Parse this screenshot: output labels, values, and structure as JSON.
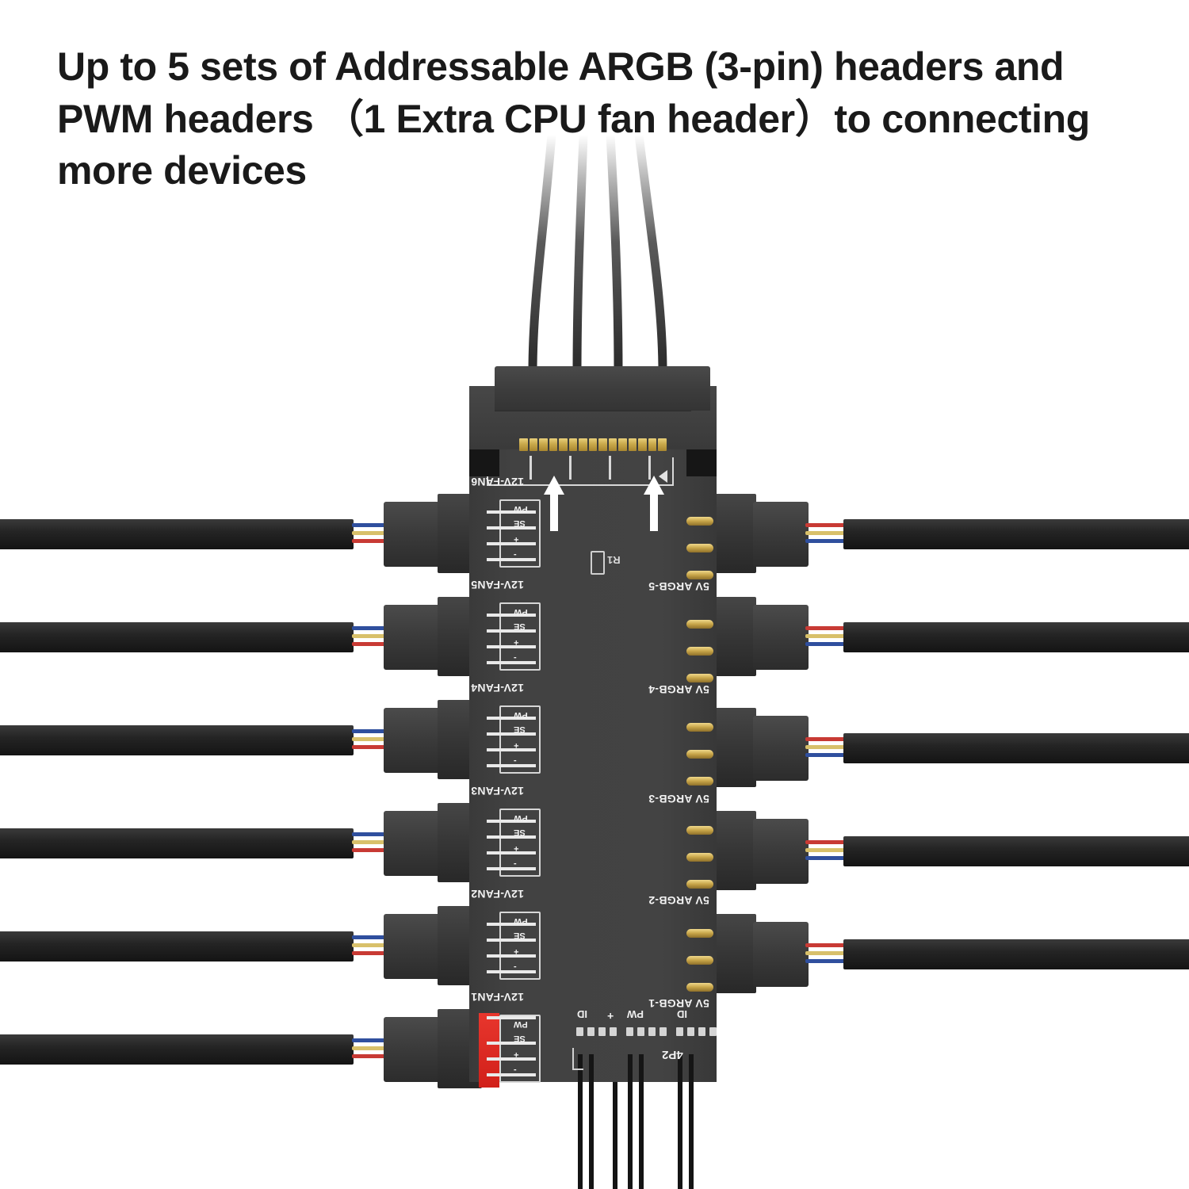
{
  "headline": {
    "text": "Up to 5 sets of Addressable ARGB (3-pin) headers and PWM headers （1 Extra CPU fan header）to connecting more devices"
  },
  "product": {
    "name": "ARGB & PWM fan hub splitter board",
    "board_color": "#3f3f3f",
    "accent_red": "#d1201a",
    "pin_gold": "#c8a64a",
    "silkscreen_color": "#e9e9e9"
  },
  "sata": {
    "name": "SATA power connector",
    "pin_count": 15,
    "cable_count": 4,
    "cable_color": "#1a1a1a"
  },
  "markings": {
    "resistor": "R1",
    "four_pin": "4P2",
    "arrow_count": 2
  },
  "fan_headers": [
    {
      "label": "12V-FAN6",
      "index": 6,
      "pins": 4,
      "highlight": false,
      "signals": [
        "-",
        "+",
        "SE",
        "PW"
      ]
    },
    {
      "label": "12V-FAN5",
      "index": 5,
      "pins": 4,
      "highlight": false,
      "signals": [
        "-",
        "+",
        "SE",
        "PW"
      ]
    },
    {
      "label": "12V-FAN4",
      "index": 4,
      "pins": 4,
      "highlight": false,
      "signals": [
        "-",
        "+",
        "SE",
        "PW"
      ]
    },
    {
      "label": "12V-FAN3",
      "index": 3,
      "pins": 4,
      "highlight": false,
      "signals": [
        "-",
        "+",
        "SE",
        "PW"
      ]
    },
    {
      "label": "12V-FAN2",
      "index": 2,
      "pins": 4,
      "highlight": false,
      "signals": [
        "-",
        "+",
        "SE",
        "PW"
      ]
    },
    {
      "label": "12V-FAN1",
      "index": 1,
      "pins": 4,
      "highlight": true,
      "signals": [
        "-",
        "+",
        "SE",
        "PW"
      ]
    }
  ],
  "argb_headers": [
    {
      "label": "5V ARGB-5",
      "index": 5,
      "pins": 3
    },
    {
      "label": "5V ARGB-4",
      "index": 4,
      "pins": 3
    },
    {
      "label": "5V ARGB-3",
      "index": 3,
      "pins": 3
    },
    {
      "label": "5V ARGB-2",
      "index": 2,
      "pins": 3
    },
    {
      "label": "5V ARGB-1",
      "index": 1,
      "pins": 3
    }
  ],
  "bottom_headers": [
    {
      "label": "ID",
      "pins": 4
    },
    {
      "label": "PW",
      "pins": 4
    },
    {
      "label": "ID",
      "pins": 4
    }
  ],
  "bottom_symbols": {
    "plus": "+",
    "four_pin": "4P2"
  },
  "fan_cables": {
    "count": 6,
    "side": "left",
    "wire_colors": [
      "#2f4f9e",
      "#d8c06a",
      "#c83a34",
      "#1a1a1a"
    ],
    "sleeve_color": "#1d1d1d"
  },
  "argb_cables": {
    "count": 5,
    "side": "right",
    "wire_colors": [
      "#c83a34",
      "#d8c06a",
      "#2f4f9e"
    ],
    "sleeve_color": "#1d1d1d"
  }
}
